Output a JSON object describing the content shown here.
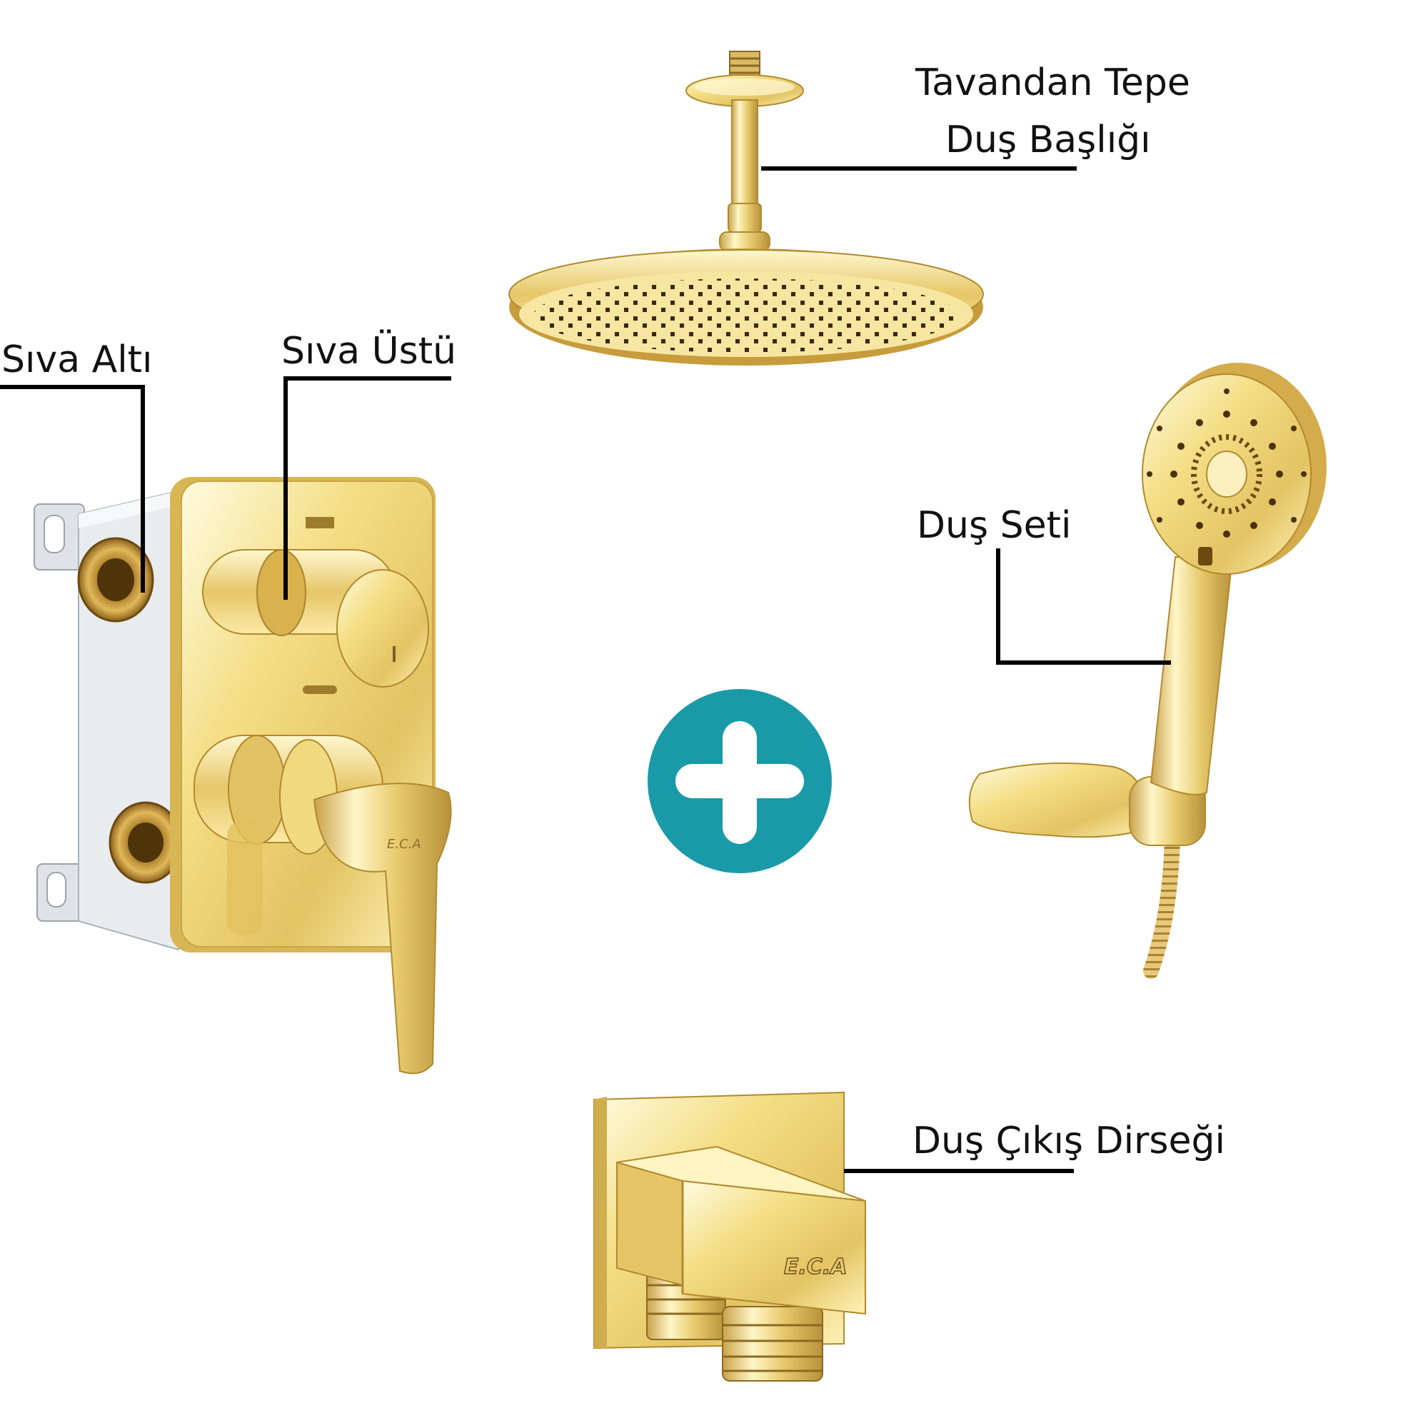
{
  "labels": {
    "rain_head_line1": "Tavandan Tepe",
    "rain_head_line2": "Duş Başlığı",
    "concealed": "Sıva Altı",
    "exposed": "Sıva Üstü",
    "hand_shower": "Duş Seti",
    "wall_elbow": "Duş Çıkış Dirseği"
  },
  "brand": {
    "logo_text": "E.C.A"
  },
  "colors": {
    "gold_light": "#fff3b0",
    "gold_mid": "#e8cf6a",
    "gold_dark": "#b08a2e",
    "brass": "#b7862b",
    "plus_circle": "#1a9aa8",
    "box_body": "#e9ecef",
    "leader_line": "#000000"
  },
  "icons": {
    "plus": "plus-circle-icon"
  }
}
